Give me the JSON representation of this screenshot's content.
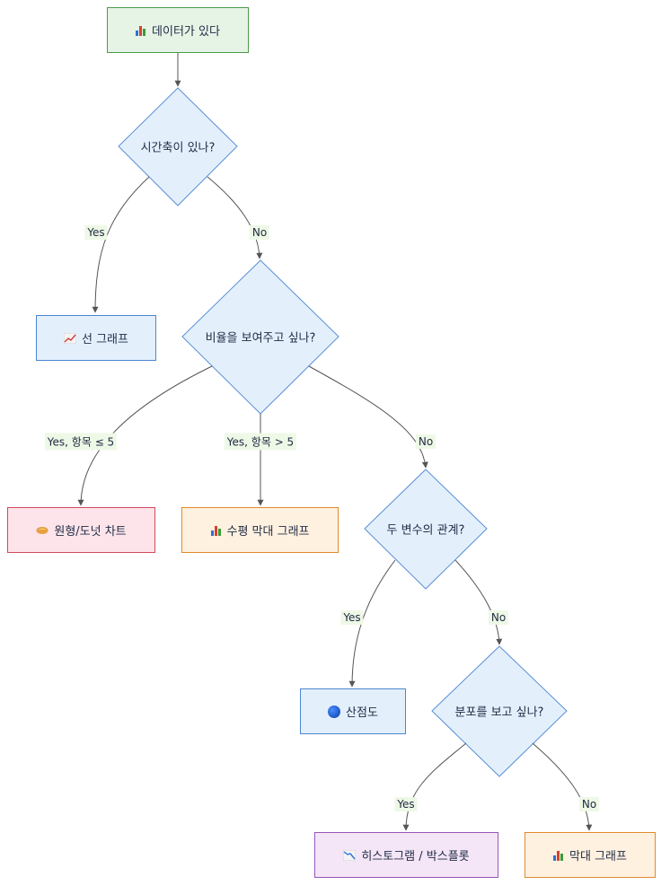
{
  "nodes": {
    "start": {
      "label": "데이터가 있다",
      "icon": "bar-chart-icon"
    },
    "q_time": {
      "label": "시간축이 있나?"
    },
    "line": {
      "label": "선 그래프",
      "icon": "line-chart-icon"
    },
    "q_ratio": {
      "label": "비율을 보여주고 싶나?"
    },
    "pie": {
      "label": "원형/도넛 차트",
      "icon": "pie-icon"
    },
    "hbar": {
      "label": "수평 막대 그래프",
      "icon": "bar-chart-icon"
    },
    "q_relation": {
      "label": "두 변수의 관계?"
    },
    "scatter": {
      "label": "산점도",
      "icon": "blue-dot-icon"
    },
    "q_dist": {
      "label": "분포를 보고 싶나?"
    },
    "hist": {
      "label": "히스토그램 / 박스플롯",
      "icon": "chart-down-icon"
    },
    "bar": {
      "label": "막대 그래프",
      "icon": "bar-chart-icon"
    }
  },
  "edges": {
    "time_yes": "Yes",
    "time_no": "No",
    "ratio_yes_le5": "Yes, 항목 ≤ 5",
    "ratio_yes_gt5": "Yes, 항목 > 5",
    "ratio_no": "No",
    "rel_yes": "Yes",
    "rel_no": "No",
    "dist_yes": "Yes",
    "dist_no": "No"
  },
  "colors": {
    "start_fill": "#e6f4e6",
    "start_stroke": "#4a9a4a",
    "decision_fill": "#e3f0fc",
    "decision_stroke": "#5b8fd6",
    "line_fill": "#e3f0fc",
    "line_stroke": "#4a86d0",
    "pie_fill": "#fde4ea",
    "pie_stroke": "#d24a5c",
    "bar_fill": "#fff1e0",
    "bar_stroke": "#e08a2c",
    "hist_fill": "#f4e6f7",
    "hist_stroke": "#9a55b8",
    "edge": "#555555"
  }
}
